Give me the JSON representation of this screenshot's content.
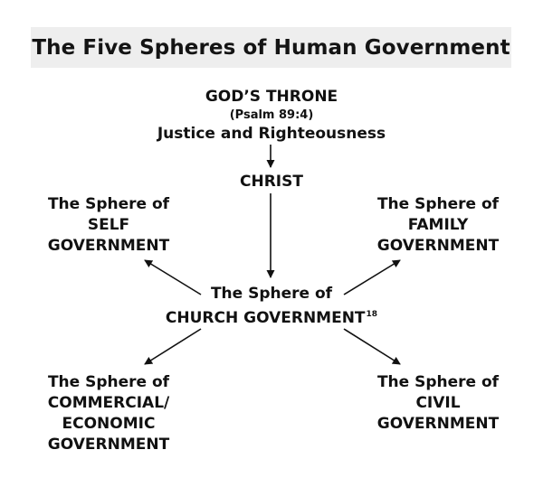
{
  "title": "The Five Spheres of Human Government",
  "nodes": {
    "throne": {
      "line1": "GOD’S THRONE",
      "line2": "(Psalm 89:4)",
      "line3": "Justice and Righteousness"
    },
    "christ": {
      "line1": "CHRIST"
    },
    "self": {
      "line1": "The Sphere of",
      "line2": "SELF",
      "line3": "GOVERNMENT"
    },
    "family": {
      "line1": "The Sphere of",
      "line2": "FAMILY",
      "line3": "GOVERNMENT"
    },
    "church": {
      "line1": "The Sphere of",
      "line2": "CHURCH GOVERNMENT",
      "footnote": "18"
    },
    "commercial": {
      "line1": "The Sphere of",
      "line2": "COMMERCIAL/",
      "line3": "ECONOMIC",
      "line4": "GOVERNMENT"
    },
    "civil": {
      "line1": "The Sphere of",
      "line2": "CIVIL",
      "line3": "GOVERNMENT"
    }
  },
  "colors": {
    "text": "#111111",
    "title_background": "#eeeeee"
  }
}
